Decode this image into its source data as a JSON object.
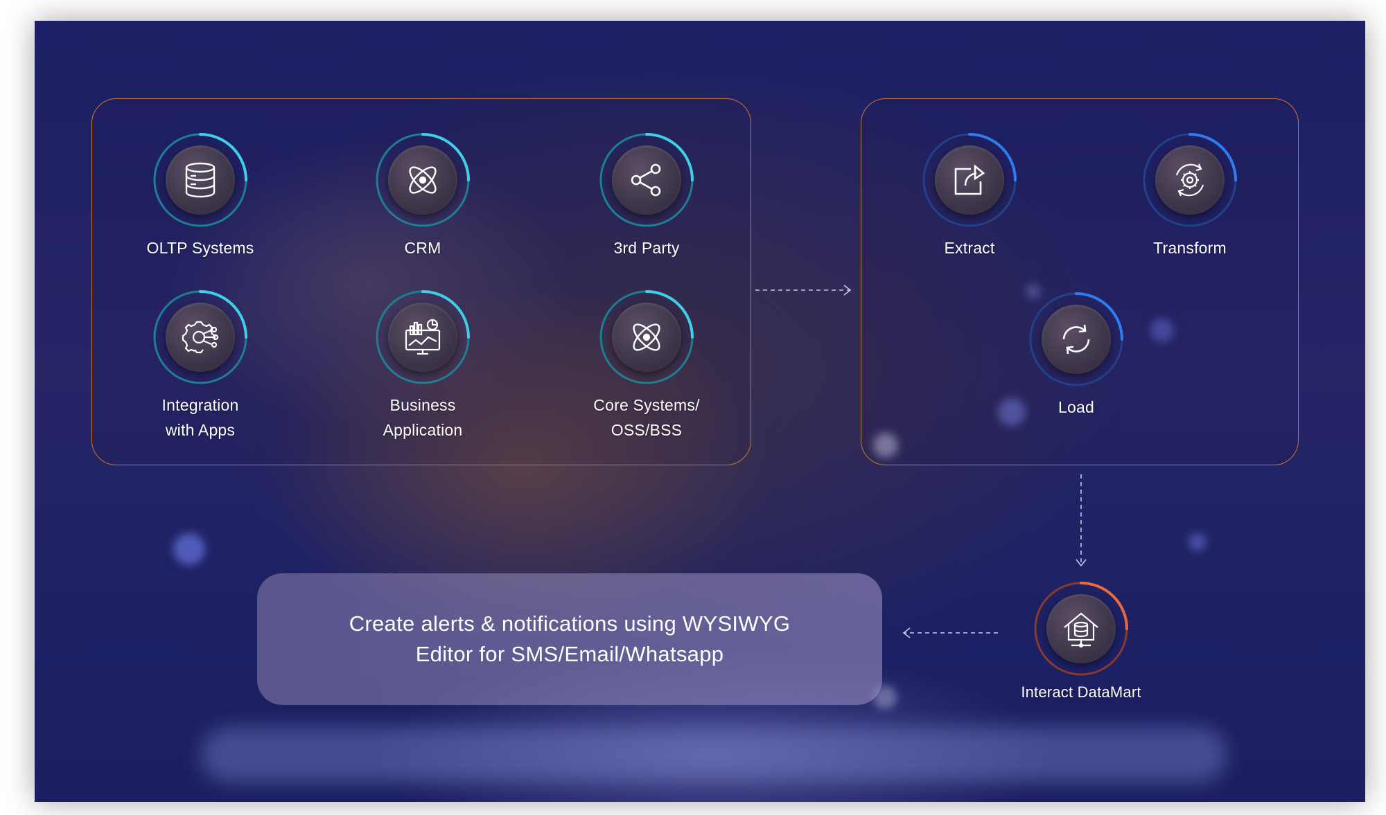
{
  "sources": {
    "items": [
      {
        "label_lines": [
          "OLTP Systems"
        ],
        "icon": "database-icon"
      },
      {
        "label_lines": [
          "CRM"
        ],
        "icon": "atom-icon"
      },
      {
        "label_lines": [
          "3rd Party"
        ],
        "icon": "share-icon"
      },
      {
        "label_lines": [
          "Integration",
          "with Apps"
        ],
        "icon": "gear-network-icon"
      },
      {
        "label_lines": [
          "Business",
          "Application"
        ],
        "icon": "dashboard-monitor-icon"
      },
      {
        "label_lines": [
          "Core Systems/",
          "OSS/BSS"
        ],
        "icon": "atom-icon"
      }
    ]
  },
  "etl": {
    "items": [
      {
        "label_lines": [
          "Extract"
        ],
        "icon": "extract-icon"
      },
      {
        "label_lines": [
          "Transform"
        ],
        "icon": "gear-cycle-icon"
      },
      {
        "label_lines": [
          "Load"
        ],
        "icon": "refresh-icon"
      }
    ]
  },
  "datamart": {
    "label_lines": [
      "Interact DataMart"
    ],
    "icon": "datamart-house-icon"
  },
  "cta": {
    "lines": [
      "Create alerts & notifications using WYSIWYG",
      "Editor for SMS/Email/Whatsapp"
    ]
  },
  "colors": {
    "panel_border": "#c8782f",
    "ring_cyan": "#3fd0e8",
    "ring_blue": "#2f7cf0",
    "ring_orange": "#f0683a",
    "background": "#1d2164"
  }
}
